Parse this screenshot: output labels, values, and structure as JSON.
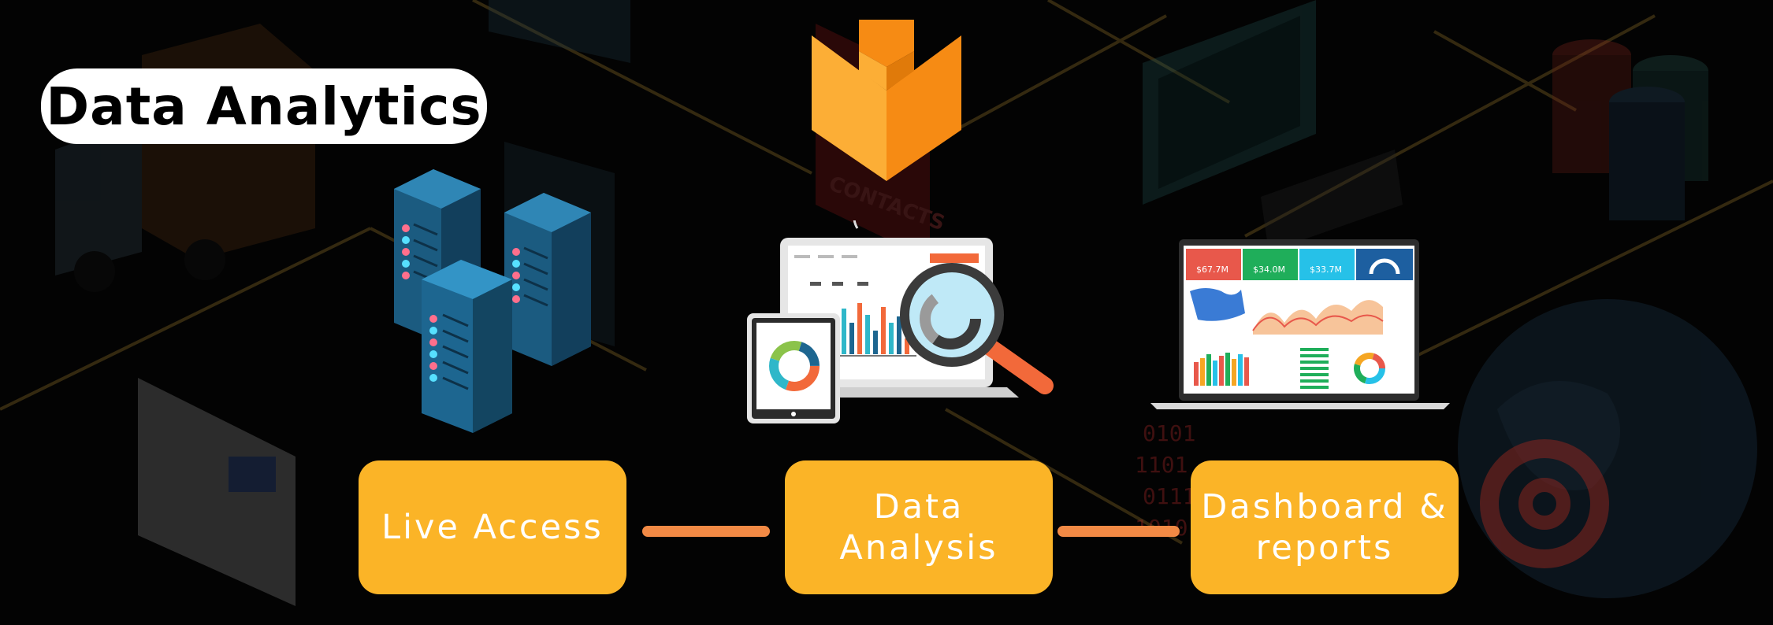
{
  "title": "Data Analytics",
  "colors": {
    "box": "#fbb427",
    "connector": "#f28a45",
    "arrow_light": "#fcae36",
    "arrow_dark": "#f68b14"
  },
  "steps": [
    {
      "label": "Live Access"
    },
    {
      "label": "Data\nAnalysis"
    },
    {
      "label": "Dashboard &\nreports"
    }
  ],
  "dashboard": {
    "kpis": [
      "$67.7M",
      "$34.0M",
      "$33.7M"
    ]
  }
}
